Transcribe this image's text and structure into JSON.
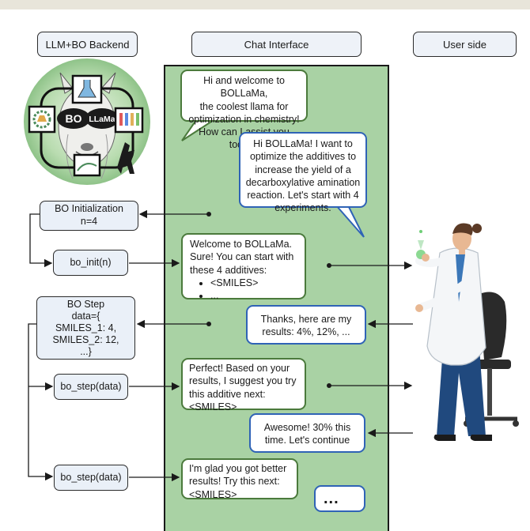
{
  "headers": {
    "backend": "LLM+BO Backend",
    "chat": "Chat Interface",
    "user": "User side"
  },
  "logo": {
    "text_bo": "BO",
    "text_llama": "LLaMa"
  },
  "backend_boxes": {
    "bo_init_title": "BO Initialization",
    "bo_init_n": "n=4",
    "bo_init_call": "bo_init(n)",
    "bo_step_lines": [
      "BO Step",
      "data={",
      "SMILES_1: 4,",
      "SMILES_2: 12,",
      "...}"
    ],
    "bo_step_call_1": "bo_step(data)",
    "bo_step_call_2": "bo_step(data)"
  },
  "messages": {
    "m1": [
      "Hi and welcome to BOLLaMa,",
      "the coolest llama for",
      "optimization in chemistry!",
      "How can I assist you today?"
    ],
    "m2": [
      "Hi BOLLaMa! I want to",
      "optimize the additives to",
      "increase the yield of a",
      "decarboxylative amination",
      "reaction. Let's start with 4",
      "experiments."
    ],
    "m3_intro": [
      "Welcome to BOLLaMa.",
      "Sure! You can start with",
      "these 4 additives:"
    ],
    "m3_items": [
      "<SMILES>",
      "..."
    ],
    "m4": [
      "Thanks, here are my",
      "results: 4%, 12%, ..."
    ],
    "m5": [
      "Perfect! Based on your",
      "results, I suggest you try",
      "this additive next:",
      "<SMILES>"
    ],
    "m6": [
      "Awesome! 30% this",
      "time. Let's continue"
    ],
    "m7": [
      "I'm glad you got better",
      "results! Try this next:",
      "<SMILES>"
    ],
    "m8": "..."
  },
  "colors": {
    "chat_bg": "#a9d2a4",
    "assistant_border": "#4b7a3c",
    "user_border": "#2f63b6",
    "box_bg": "#eaf0f8"
  }
}
